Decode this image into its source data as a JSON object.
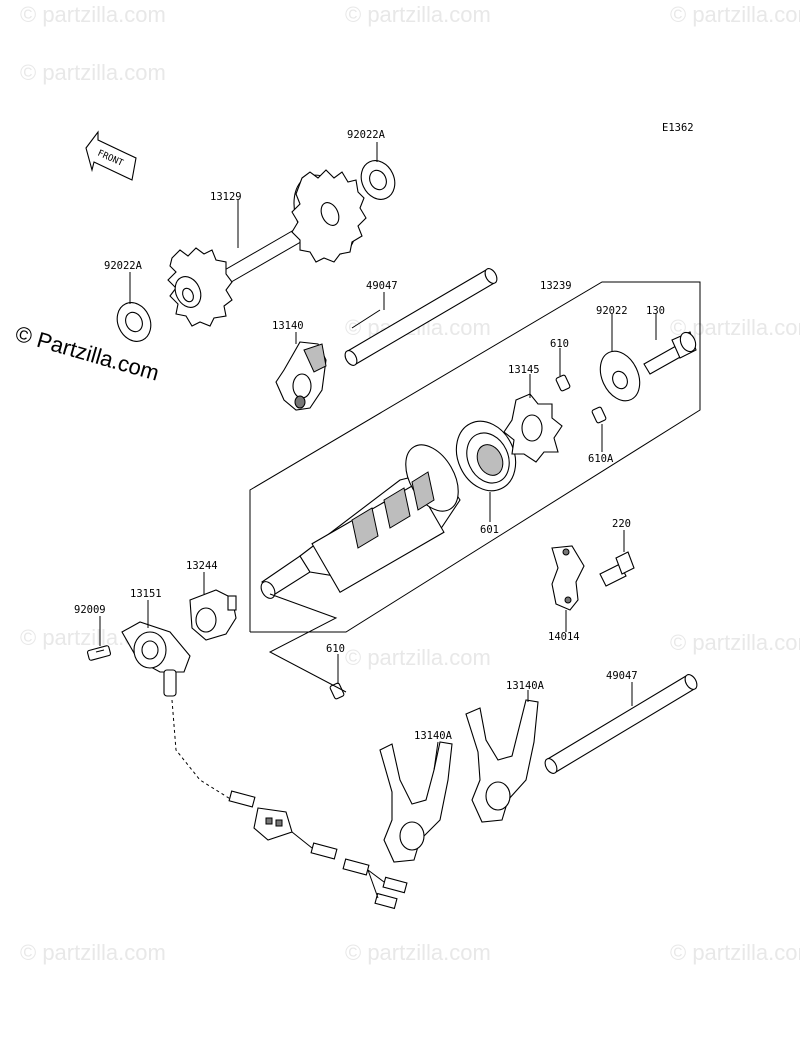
{
  "diagram_code": "E1362",
  "front_arrow_text": "FRONT",
  "copyright_watermark": "© Partzilla.com",
  "background_watermark": "© partzilla.com",
  "labels": {
    "p92022A_top": "92022A",
    "p13129": "13129",
    "p92022A_left": "92022A",
    "p49047_top": "49047",
    "p13239": "13239",
    "p13140": "13140",
    "p610_top": "610",
    "p92022": "92022",
    "p130": "130",
    "p13145": "13145",
    "p610A": "610A",
    "p601": "601",
    "p220": "220",
    "p14014": "14014",
    "p13244": "13244",
    "p13151": "13151",
    "p92009": "92009",
    "p610_bottom": "610",
    "p13140A_right": "13140A",
    "p49047_bottom": "49047",
    "p13140A_left": "13140A"
  }
}
